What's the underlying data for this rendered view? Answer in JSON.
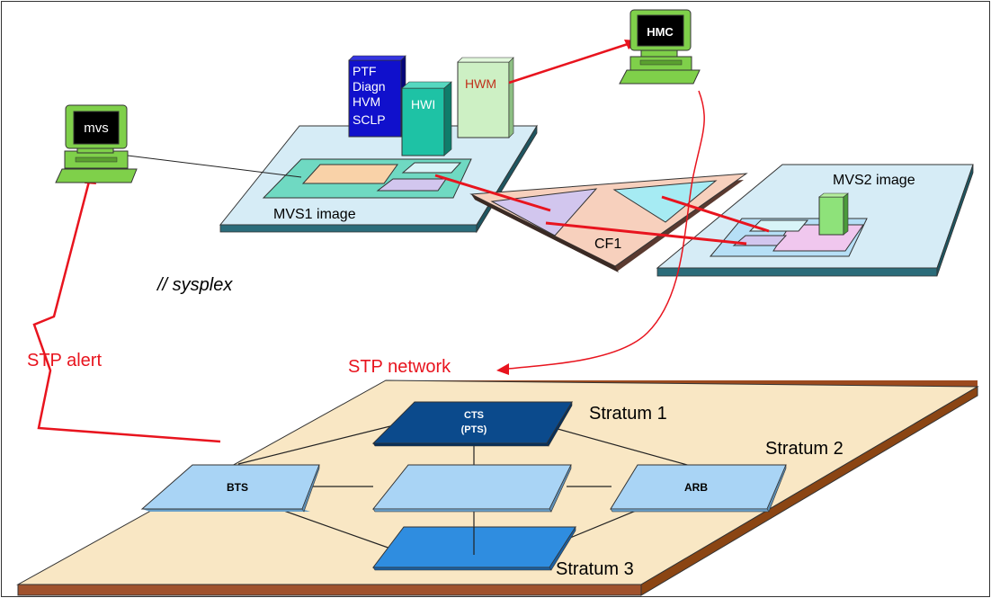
{
  "labels": {
    "mvs_screen": "mvs",
    "hmc_screen": "HMC",
    "ptf_block": [
      "PTF",
      "Diagn",
      "HVM",
      "SCLP"
    ],
    "hwi_block": "HWI",
    "hwm_block": "HWM",
    "mvs1_image": "MVS1 image",
    "mvs2_image": "MVS2 image",
    "cf1": "CF1",
    "sysplex": "// sysplex",
    "stp_alert": "STP alert",
    "stp_network": "STP network",
    "cts_line1": "CTS",
    "cts_line2": "(PTS)",
    "bts": "BTS",
    "arb": "ARB",
    "stratum1": "Stratum 1",
    "stratum2": "Stratum 2",
    "stratum3": "Stratum 3"
  },
  "colors": {
    "red_link": "#e8141e",
    "terminal_green": "#7fd04a",
    "image_plate": "#d6ecf6",
    "plate_edge": "#2b6c7a",
    "cf_fill": "#f7d0bd",
    "network_floor": "#f9e7c4",
    "floor_edge": "#a0522d",
    "cts_fill": "#0b4a8c",
    "stratum2_fill": "#a9d4f5",
    "stratum3_fill": "#2f8de0",
    "ptf_fill": "#1010cc",
    "hwi_fill": "#1ec2a5",
    "hwm_fill": "#cdf0c4"
  }
}
